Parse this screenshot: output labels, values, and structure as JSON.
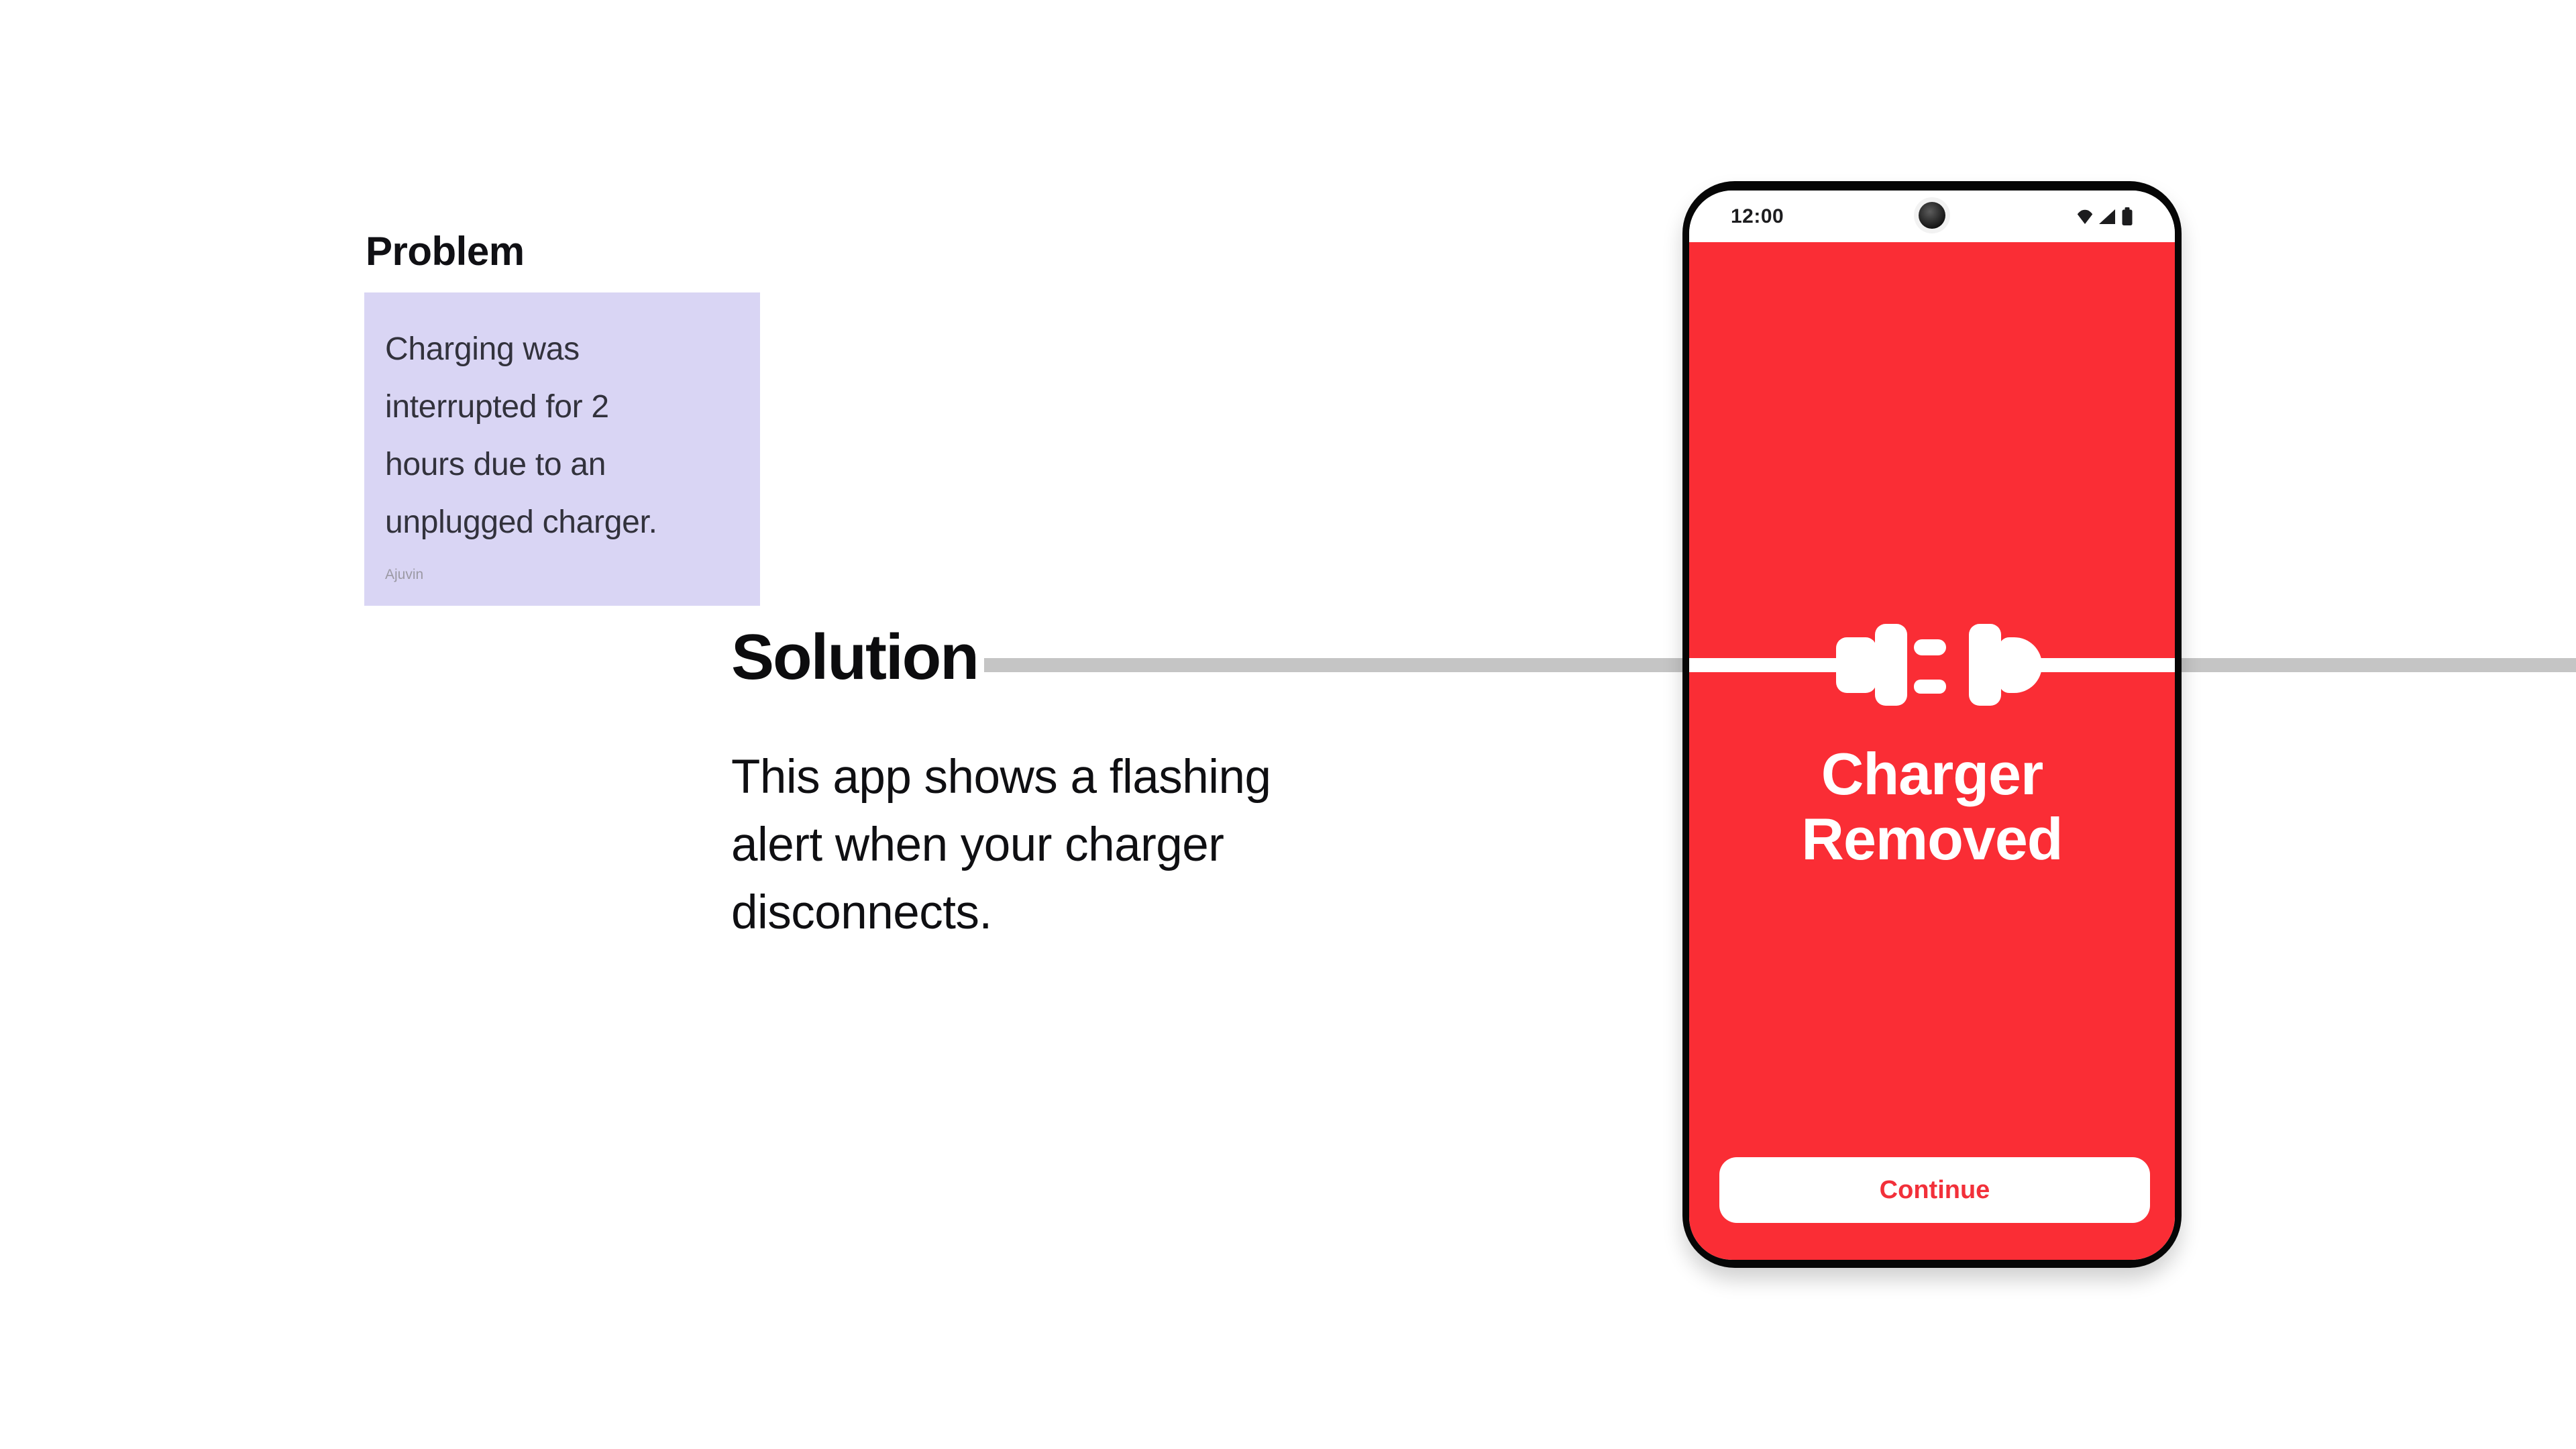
{
  "colors": {
    "alert_red": "#fa2d35",
    "note_purple": "#d9d5f4",
    "cable_gray": "#c5c5c5",
    "continue_text_red": "#f2303a",
    "phone_frame_black": "#060606"
  },
  "problem": {
    "heading": "Problem",
    "note": {
      "lines": [
        "Charging was",
        "interrupted for 2",
        "hours due to an",
        "unplugged charger."
      ],
      "author": "Ajuvin"
    }
  },
  "solution": {
    "heading": "Solution",
    "body_lines": [
      "This app shows a flashing",
      "alert when your charger",
      "disconnects."
    ]
  },
  "phone": {
    "status_bar": {
      "time": "12:00",
      "icons": [
        "wifi-icon",
        "signal-icon",
        "battery-icon"
      ]
    },
    "alert": {
      "title_line1": "Charger",
      "title_line2": "Removed",
      "illustration": "disconnected-plug-icon"
    },
    "button_label": "Continue"
  }
}
